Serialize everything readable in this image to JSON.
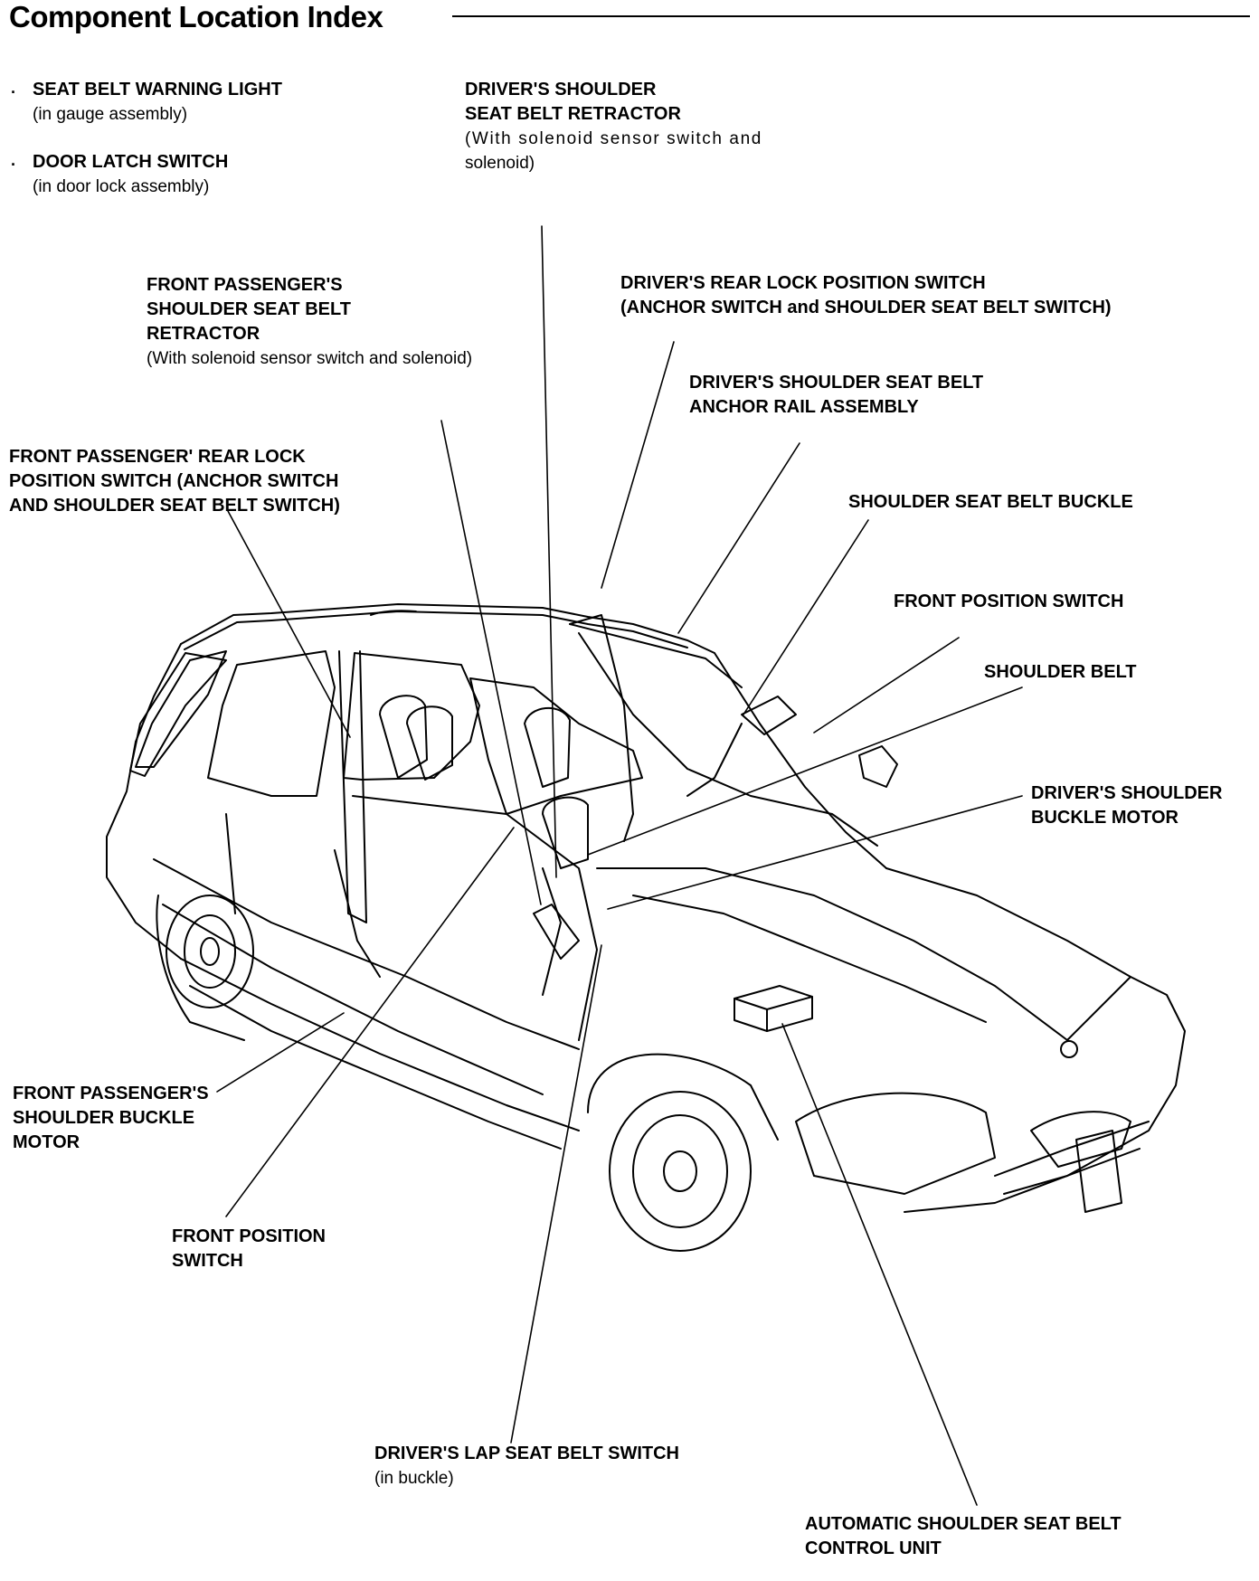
{
  "title": "Component Location Index",
  "bullets": [
    {
      "name": "SEAT BELT WARNING LIGHT",
      "note": "(in gauge assembly)"
    },
    {
      "name": "DOOR LATCH SWITCH",
      "note": "(in door lock assembly)"
    }
  ],
  "labels": {
    "drv_shoulder_retractor": {
      "l1": "DRIVER'S SHOULDER",
      "l2": "SEAT BELT RETRACTOR",
      "n1": "(With solenoid sensor switch and",
      "n2": "solenoid)"
    },
    "fp_shoulder_retractor": {
      "l1": "FRONT PASSENGER'S",
      "l2": "SHOULDER SEAT BELT",
      "l3": "RETRACTOR",
      "n1": "(With solenoid sensor switch and solenoid)"
    },
    "drv_rear_lock": {
      "l1": "DRIVER'S REAR LOCK POSITION SWITCH",
      "l2": "(ANCHOR SWITCH and SHOULDER SEAT BELT SWITCH)"
    },
    "drv_anchor_rail": {
      "l1": "DRIVER'S SHOULDER SEAT BELT",
      "l2": "ANCHOR RAIL ASSEMBLY"
    },
    "fp_rear_lock": {
      "l1": "FRONT PASSENGER' REAR LOCK",
      "l2": "POSITION  SWITCH  (ANCHOR  SWITCH",
      "l3": "AND SHOULDER SEAT BELT SWITCH)"
    },
    "shoulder_buckle": {
      "l1": "SHOULDER SEAT BELT BUCKLE"
    },
    "front_pos_right": {
      "l1": "FRONT POSITION SWITCH"
    },
    "shoulder_belt": {
      "l1": "SHOULDER BELT"
    },
    "drv_buckle_motor": {
      "l1": "DRIVER'S SHOULDER",
      "l2": "BUCKLE MOTOR"
    },
    "fp_buckle_motor": {
      "l1": "FRONT PASSENGER'S",
      "l2": "SHOULDER BUCKLE",
      "l3": "MOTOR"
    },
    "front_pos_left": {
      "l1": "FRONT POSITION",
      "l2": "SWITCH"
    },
    "drv_lap_switch": {
      "l1": "DRIVER'S LAP SEAT BELT SWITCH",
      "n1": "(in buckle)"
    },
    "control_unit": {
      "l1": "AUTOMATIC SHOULDER SEAT BELT",
      "l2": "CONTROL UNIT"
    }
  },
  "icons": {
    "bullet": "·",
    "car": "station-wagon-illustration"
  }
}
